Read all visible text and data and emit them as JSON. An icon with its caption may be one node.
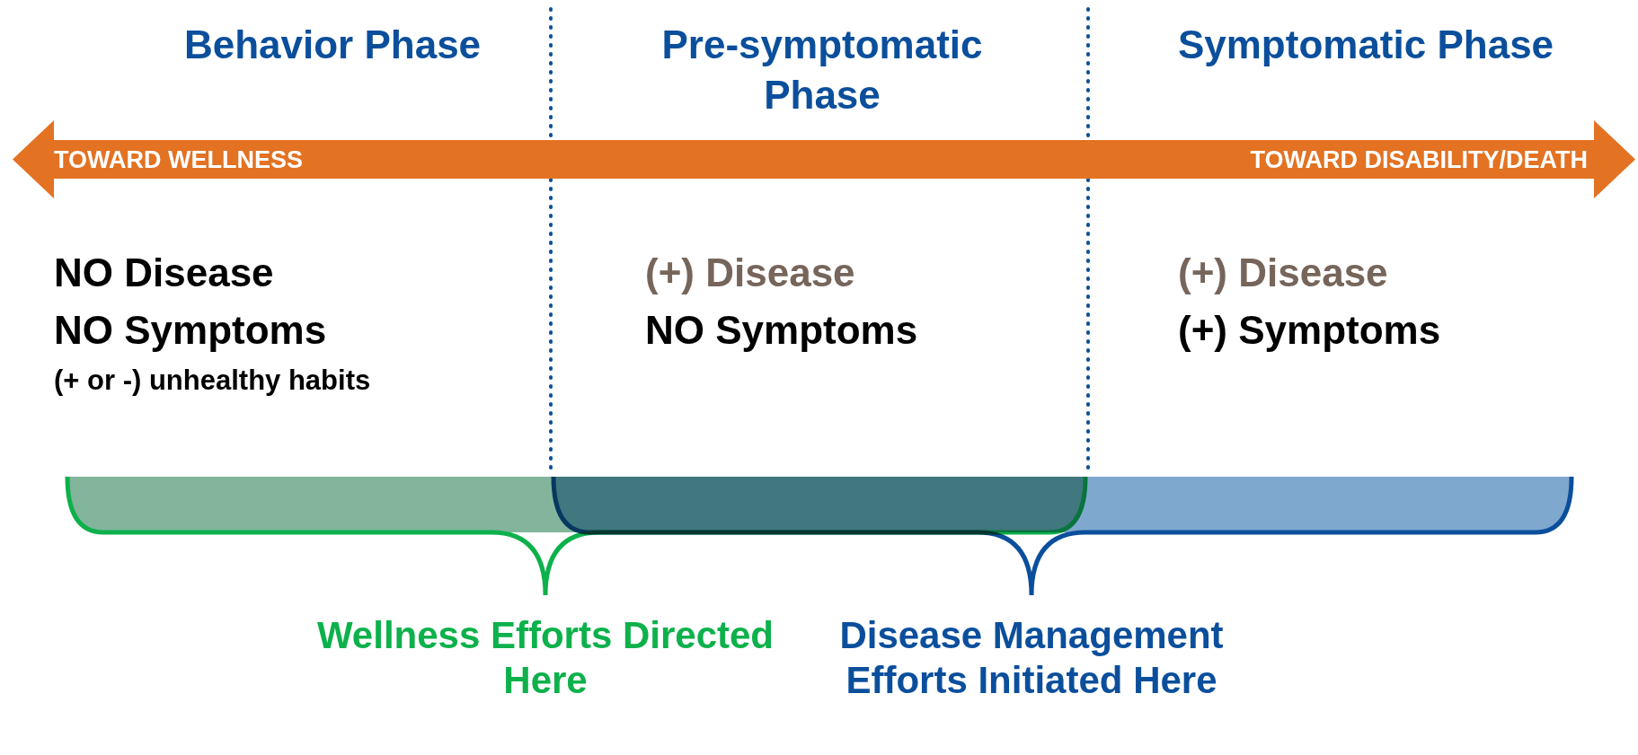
{
  "diagram": {
    "nodes": [
      {
        "text": [
          "TOWARD WELLNESS",
          "TOWARD DISABILITY/DEATH"
        ]
      },
      {
        "text": [
          "Wellness Efforts Directed Here"
        ]
      },
      {
        "text": [
          "Disease Management Efforts Initiated Here"
        ]
      }
    ],
    "labels": [
      "Behavior Phase",
      "Pre-symptomatic Phase",
      "Symptomatic Phase",
      "NO Disease",
      "(+) Disease",
      "(+) Disease",
      "NO Symptoms",
      "NO Symptoms",
      "(+) Symptoms",
      "(+ or -) unhealthy habits"
    ]
  }
}
